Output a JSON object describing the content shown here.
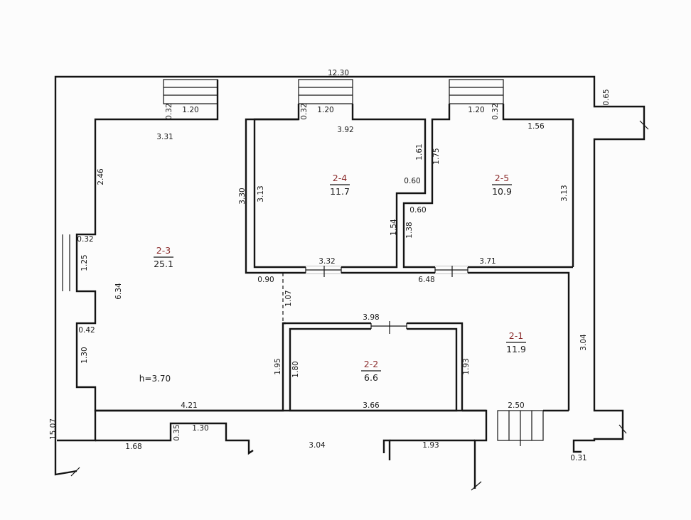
{
  "rooms": [
    {
      "id": "2-3",
      "area": "25.1"
    },
    {
      "id": "2-4",
      "area": "11.7"
    },
    {
      "id": "2-5",
      "area": "10.9"
    },
    {
      "id": "2-1",
      "area": "11.9"
    },
    {
      "id": "2-2",
      "area": "6.6"
    }
  ],
  "ceiling_height": "h=3.70",
  "dimensions": {
    "overall_width": "12.30",
    "overall_height": "15.07",
    "top_right_offset": "0.65",
    "win1_left": "0.32",
    "win1_width": "1.20",
    "win2_left": "0.32",
    "win2_width": "1.20",
    "win3_width": "1.20",
    "win3_right": "0.32",
    "r23_top": "3.31",
    "r23_wall": "2.46",
    "r23_win_top": "0.32",
    "r23_win": "1.25",
    "r23_height": "6.34",
    "r23_notch": "0.42",
    "r23_notch_h": "1.30",
    "r23_bottom": "4.21",
    "r24_top": "3.92",
    "r24_left_outer": "3.30",
    "r24_left": "3.13",
    "r24_step_v": "1.61",
    "r24_step_h": "0.60",
    "r24_right": "1.54",
    "r24_bottom": "3.32",
    "r25_top": "1.56",
    "r25_left_v": "1.75",
    "r25_step_h": "0.60",
    "r25_left": "1.38",
    "r25_right": "3.13",
    "r25_bottom": "3.71",
    "hall_left": "0.90",
    "hall_width": "6.48",
    "hall_dash": "1.07",
    "r21_right": "3.04",
    "r21_inner": "1.93",
    "r21_door": "2.50",
    "r22_top": "3.98",
    "r22_left_outer": "1.95",
    "r22_left": "1.80",
    "r22_bottom": "3.66",
    "ext_offset": "0.35",
    "ext_a": "1.30",
    "ext_b": "1.68",
    "ext_c": "3.04",
    "ext_d": "1.93",
    "ext_e": "0.31"
  }
}
